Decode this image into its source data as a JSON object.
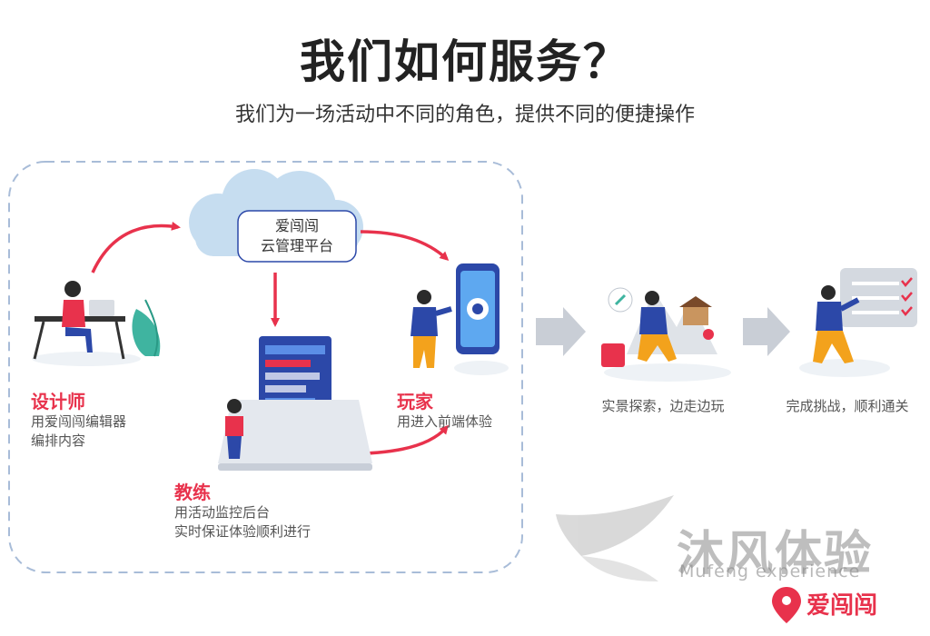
{
  "header": {
    "title": "我们如何服务？",
    "subtitle": "我们为一场活动中不同的角色，提供不同的便捷操作"
  },
  "platform": {
    "line1": "爱闯闯",
    "line2": "云管理平台"
  },
  "roles": {
    "designer": {
      "name": "设计师",
      "desc1": "用爱闯闯编辑器",
      "desc2": "编排内容"
    },
    "coach": {
      "name": "教练",
      "desc1": "用活动监控后台",
      "desc2": "实时保证体验顺利进行"
    },
    "player": {
      "name": "玩家",
      "desc1": "用进入前端体验"
    }
  },
  "steps": {
    "explore": "实景探索，边走边玩",
    "complete": "完成挑战，顺利通关"
  },
  "watermark": {
    "cn": "沐风体验",
    "en": "Mufeng experience"
  },
  "brand": {
    "name": "爱闯闯"
  },
  "colors": {
    "accent": "#e8324c",
    "figure_blue": "#2c48a8",
    "figure_orange": "#f3a21c",
    "cloud": "#c6ddf0",
    "dashed_border": "#a8bcd8"
  }
}
